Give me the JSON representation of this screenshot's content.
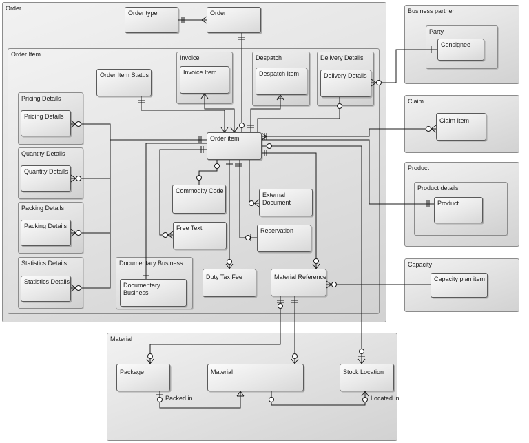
{
  "packages": {
    "order": "Order",
    "order_item": "Order Item",
    "invoice": "Invoice",
    "despatch": "Despatch",
    "delivery_details": "Delivery Details",
    "pricing_details": "Pricing Details",
    "quantity_details": "Quantity Details",
    "packing_details": "Packing Details",
    "statistics_details": "Statistics Details",
    "documentary_business": "Documentary Business",
    "business_partner": "Business partner",
    "party": "Party",
    "claim": "Claim",
    "product": "Product",
    "product_details": "Product details",
    "capacity": "Capacity",
    "material": "Material"
  },
  "entities": {
    "order_type": "Order type",
    "order": "Order",
    "order_item_status": "Order Item Status",
    "invoice_item": "Invoice Item",
    "despatch_item": "Despatch Item",
    "delivery_details": "Delivery Details",
    "pricing_details": "Pricing Details",
    "quantity_details": "Quantity Details",
    "packing_details": "Packing Details",
    "statistics_details": "Statistics Details",
    "order_item": "Order item",
    "commodity_code": "Commodity Code",
    "external_document": "External Document",
    "free_text": "Free Text",
    "reservation": "Reservation",
    "documentary_business": "Documentary Business",
    "duty_tax_fee": "Duty Tax Fee",
    "material_reference": "Material Reference",
    "consignee": "Consignee",
    "claim_item": "Claim Item",
    "product": "Product",
    "capacity_plan_item": "Capacity plan item",
    "package": "Package",
    "material": "Material",
    "stock_location": "Stock Location"
  },
  "relationship_labels": {
    "packed_in": "Packed in",
    "located_in": "Located in"
  }
}
